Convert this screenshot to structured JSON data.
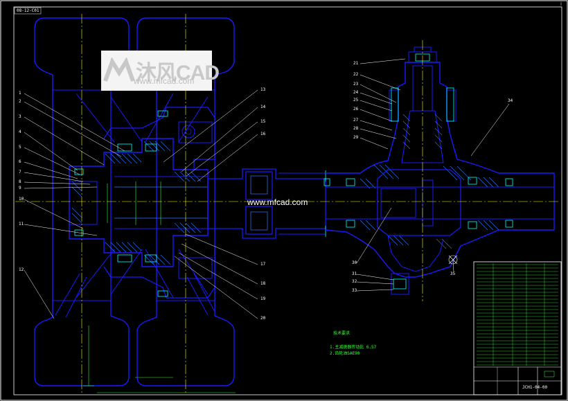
{
  "colors": {
    "background": "#000000",
    "frame": "#ffffff",
    "outline": "#1a1aff",
    "hatch": "#2a7cff",
    "centerline": "#ffff00",
    "leader": "#ffffff",
    "dimension": "#39ff39",
    "bolt": "#00ffff",
    "table": "#39ff39"
  },
  "watermark": {
    "brand": "沐风CAD",
    "url": "www.mfcad.com",
    "center_url": "www.mfcad.com"
  },
  "left_callouts": [
    "1",
    "2",
    "3",
    "4",
    "5",
    "6",
    "7",
    "8",
    "9",
    "10",
    "11",
    "12"
  ],
  "mid_callouts_top": [
    "13",
    "14",
    "15",
    "16"
  ],
  "mid_callouts_bottom": [
    "17",
    "18",
    "19",
    "20"
  ],
  "right_callouts_top": [
    "21",
    "22",
    "23",
    "24",
    "25",
    "26",
    "27",
    "28",
    "29"
  ],
  "right_callouts_bottom": [
    "30",
    "31",
    "32",
    "33"
  ],
  "far_right_callouts": [
    "34",
    "35"
  ],
  "top_left_label": "08-12-C01",
  "notes": {
    "heading": "技术要求",
    "line1": "1.主减速器传动比 6.57",
    "line2": "2.齿轮油SAE90"
  },
  "title_block": {
    "drawing_code": "JCH1-04-00"
  }
}
